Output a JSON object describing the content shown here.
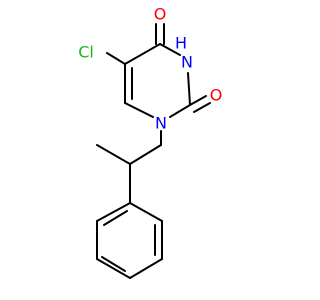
{
  "molecule": {
    "atoms": {
      "cl": {
        "symbol": "Cl",
        "color": "#1fb51f"
      },
      "o_top": {
        "symbol": "O",
        "color": "#ff0000"
      },
      "nh": {
        "symbol": "H",
        "color": "#0000ff"
      },
      "nh_n": {
        "symbol": "N",
        "color": "#0000ff"
      },
      "o_right": {
        "symbol": "O",
        "color": "#ff0000"
      },
      "n1": {
        "symbol": "N",
        "color": "#0000ff"
      }
    },
    "bond_color": "#000000",
    "background": "#ffffff"
  }
}
